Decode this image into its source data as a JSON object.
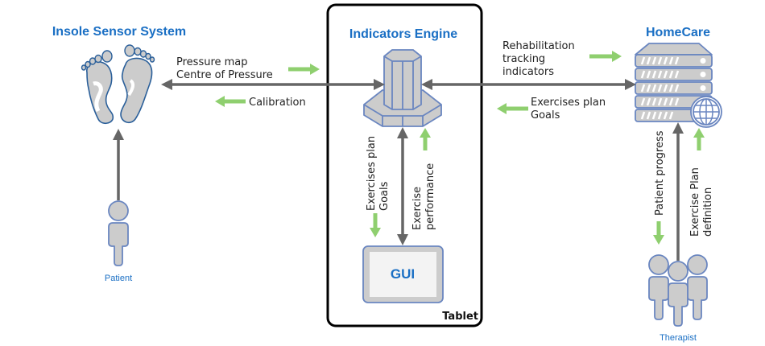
{
  "nodes": {
    "insole": {
      "title": "Insole Sensor System",
      "icon": "feet-icon"
    },
    "engine": {
      "title": "Indicators Engine",
      "icon": "engine-icon"
    },
    "homecare": {
      "title": "HomeCare",
      "icon": "server-globe-icon"
    },
    "gui": {
      "title": "GUI",
      "icon": "tablet-screen-icon"
    },
    "tablet": {
      "label": "Tablet"
    },
    "patient": {
      "label": "Patient",
      "icon": "person-icon"
    },
    "therapist": {
      "label": "Therapist",
      "icon": "group-icon"
    }
  },
  "flows": {
    "insole_to_engine": {
      "line1": "Pressure map",
      "line2": "Centre of Pressure"
    },
    "engine_to_insole": {
      "line1": "Calibration"
    },
    "engine_to_homecare": {
      "line1": "Rehabilitation",
      "line2": "tracking",
      "line3": "indicators"
    },
    "homecare_to_engine": {
      "line1": "Exercises plan",
      "line2": "Goals"
    },
    "engine_to_gui": {
      "line1": "Exercises plan",
      "line2": "Goals"
    },
    "gui_to_engine": {
      "line1": "Exercise",
      "line2": "performance"
    },
    "homecare_to_therapist": {
      "line1": "Patient progress"
    },
    "therapist_to_homecare": {
      "line1": "Exercise Plan",
      "line2": "definition"
    }
  },
  "colors": {
    "title_blue": "#1a6fc4",
    "shape_fill": "#cccccc",
    "shape_stroke": "#6a86c0",
    "flow_green": "#8fcf6f",
    "connector_gray": "#666666"
  }
}
